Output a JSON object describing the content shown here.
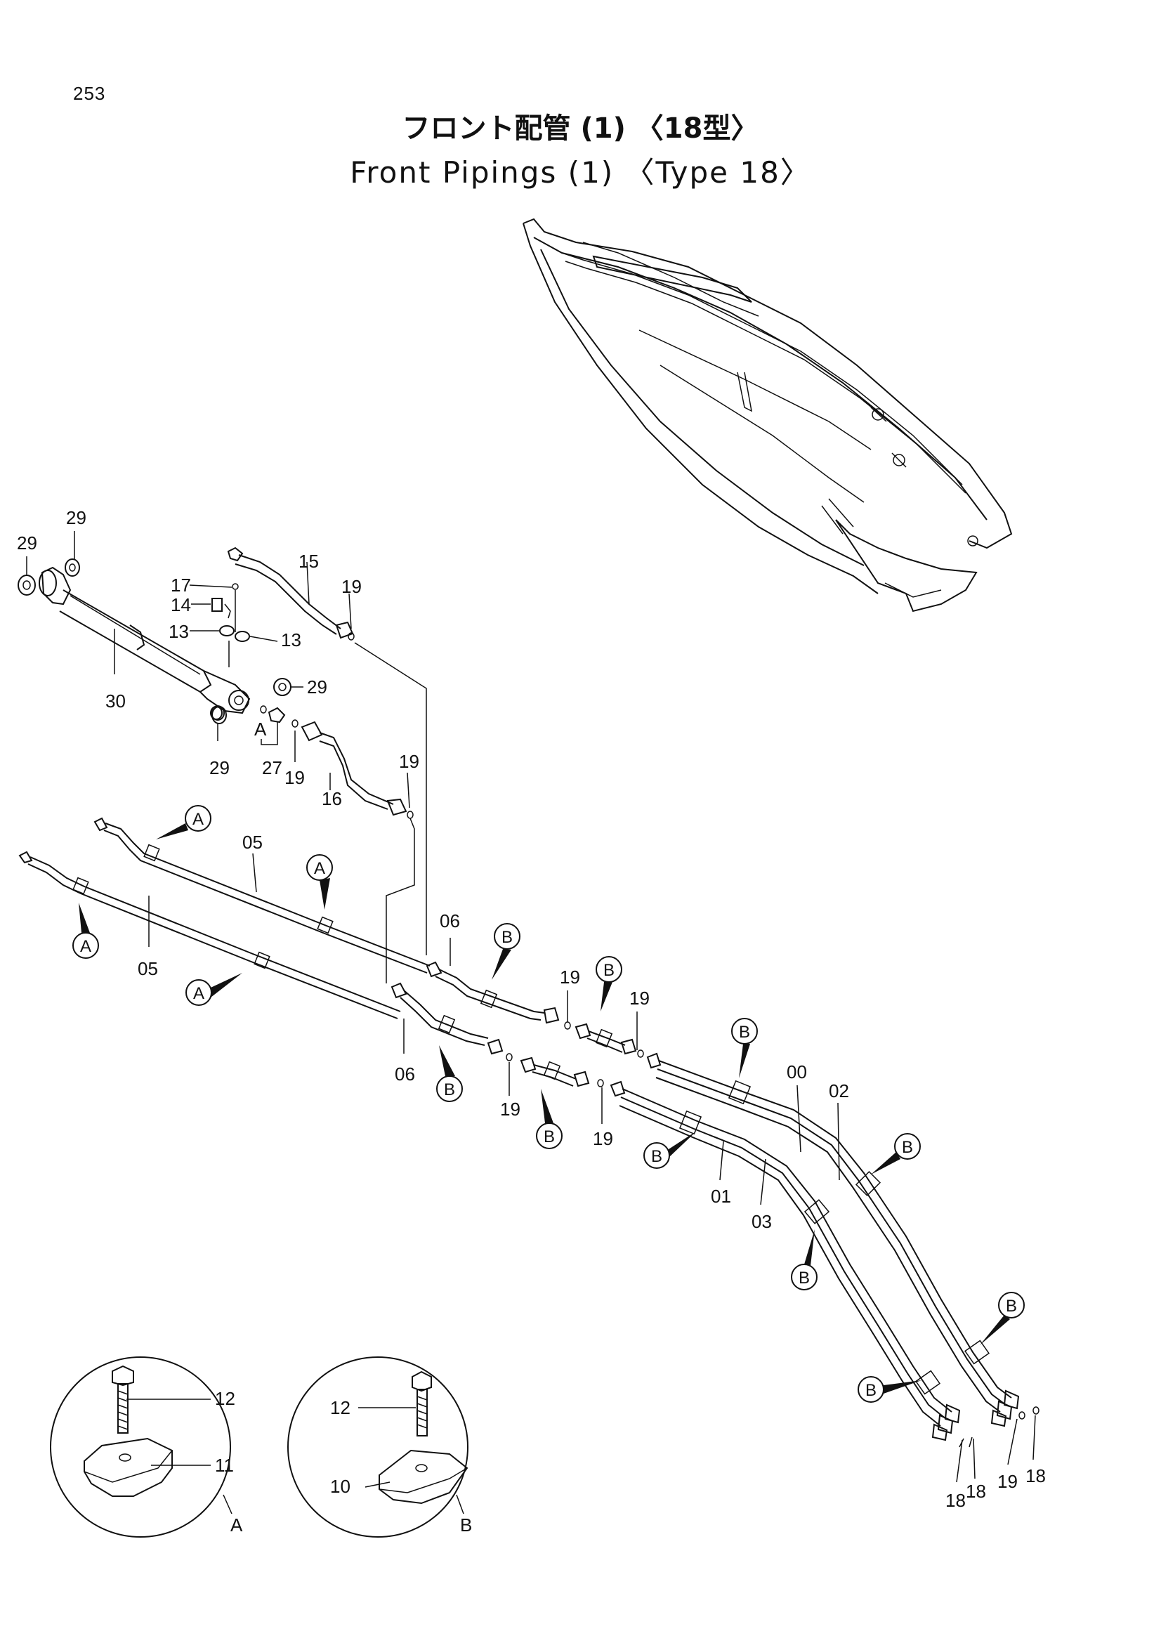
{
  "page_number": "253",
  "title_jp": "フロント配管 (1) 〈18型〉",
  "title_en": "Front Pipings (1) 〈Type 18〉",
  "parts": {
    "p29a": "29",
    "p29b": "29",
    "p29c": "29",
    "p29d": "29",
    "p17": "17",
    "p14": "14",
    "p13a": "13",
    "p13b": "13",
    "p15": "15",
    "p19a": "19",
    "p30": "30",
    "pA_small": "A",
    "p27": "27",
    "p19b": "19",
    "p16": "16",
    "p19c": "19",
    "p05a": "05",
    "p05b": "05",
    "p06a": "06",
    "p06b": "06",
    "p19d": "19",
    "p19e": "19",
    "p19f": "19",
    "p19g": "19",
    "p00": "00",
    "p02": "02",
    "p01": "01",
    "p03": "03",
    "p18a": "18",
    "p18b": "18",
    "p19h": "19",
    "p18c": "18",
    "p12a": "12",
    "p11": "11",
    "p12b": "12",
    "p10": "10",
    "detailA": "A",
    "detailB": "B"
  },
  "callouts": {
    "cA1": "A",
    "cA2": "A",
    "cA3": "A",
    "cA4": "A",
    "cB1": "B",
    "cB2": "B",
    "cB3": "B",
    "cB4": "B",
    "cB5": "B",
    "cB6": "B",
    "cB7": "B",
    "cB8": "B",
    "cB9": "B",
    "cB10": "B"
  }
}
